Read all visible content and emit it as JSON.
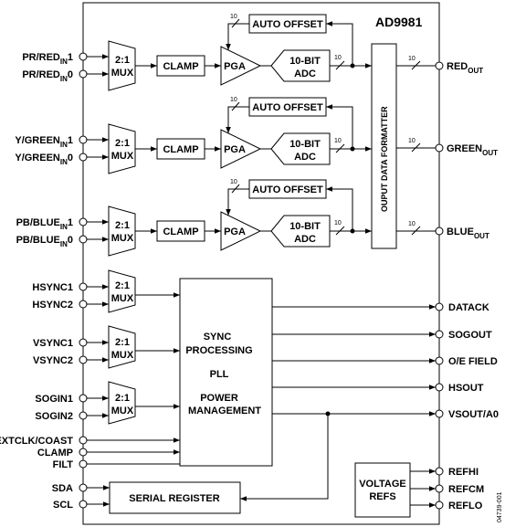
{
  "chip": {
    "name": "AD9981",
    "doc_code": "04739-001"
  },
  "inputs": {
    "pr_in1": {
      "main": "PR/RED",
      "sub": "IN",
      "tail": "1"
    },
    "pr_in0": {
      "main": "PR/RED",
      "sub": "IN",
      "tail": "0"
    },
    "y_in1": {
      "main": "Y/GREEN",
      "sub": "IN",
      "tail": "1"
    },
    "y_in0": {
      "main": "Y/GREEN",
      "sub": "IN",
      "tail": "0"
    },
    "pb_in1": {
      "main": "PB/BLUE",
      "sub": "IN",
      "tail": "1"
    },
    "pb_in0": {
      "main": "PB/BLUE",
      "sub": "IN",
      "tail": "0"
    },
    "hsync1": "HSYNC1",
    "hsync2": "HSYNC2",
    "vsync1": "VSYNC1",
    "vsync2": "VSYNC2",
    "sogin1": "SOGIN1",
    "sogin2": "SOGIN2",
    "extclk": "EXTCLK/COAST",
    "clamp": "CLAMP",
    "filt": "FILT",
    "sda": "SDA",
    "scl": "SCL"
  },
  "outputs": {
    "red": {
      "main": "RED",
      "sub": "OUT"
    },
    "green": {
      "main": "GREEN",
      "sub": "OUT"
    },
    "blue": {
      "main": "BLUE",
      "sub": "OUT"
    },
    "datack": "DATACK",
    "sogout": "SOGOUT",
    "oe_field": "O/E FIELD",
    "hsout": "HSOUT",
    "vsout": "VSOUT/A0",
    "refhi": "REFHI",
    "refcm": "REFCM",
    "reflo": "REFLO"
  },
  "blocks": {
    "mux_line1": "2:1",
    "mux_line2": "MUX",
    "clamp": "CLAMP",
    "pga": "PGA",
    "adc_line1": "10-BIT",
    "adc_line2": "ADC",
    "auto_offset": "AUTO OFFSET",
    "formatter": "OUPUT DATA FORMATTER",
    "sync_line1": "SYNC",
    "sync_line2": "PROCESSING",
    "pll": "PLL",
    "power_line1": "POWER",
    "power_line2": "MANAGEMENT",
    "serial_register": "SERIAL REGISTER",
    "vref_line1": "VOLTAGE",
    "vref_line2": "REFS"
  },
  "bus_width": "10"
}
